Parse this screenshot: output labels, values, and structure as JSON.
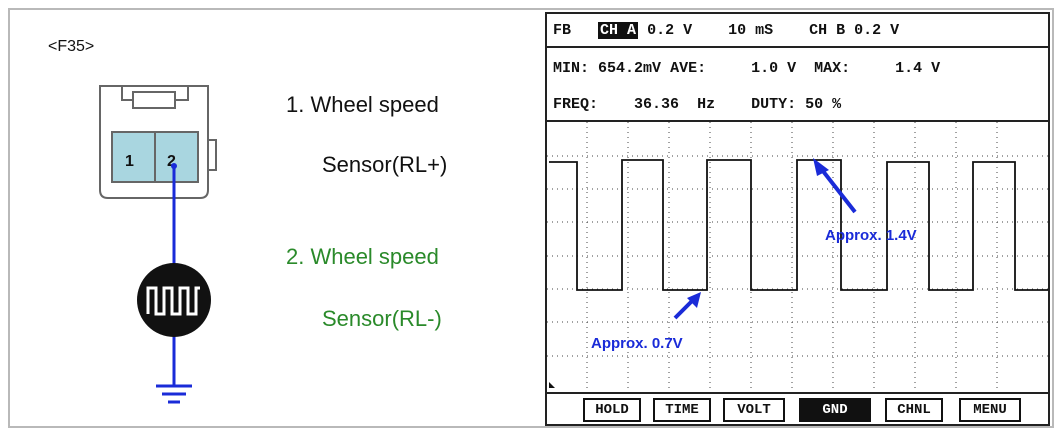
{
  "connector": {
    "label": "<F35>",
    "pins": [
      "1",
      "2"
    ]
  },
  "descriptions": {
    "pin1_line1": "1. Wheel speed",
    "pin1_line2": "Sensor(RL+)",
    "pin2_line1": "2. Wheel speed",
    "pin2_line2": "Sensor(RL-)"
  },
  "colors": {
    "wire": "#1a2bd8",
    "connector_fill": "#a9d6e0",
    "highlight_text": "#2a8a2a",
    "annotation": "#1a2bd8"
  },
  "scope": {
    "header": {
      "fb": "FB",
      "ch_a": "CH A",
      "ch_a_scale": "0.2 V",
      "timebase": "10 mS",
      "ch_b": "CH B 0.2 V",
      "min_label": "MIN:",
      "min_value": "654.2mV",
      "ave_label": "AVE:",
      "ave_value": "1.0 V",
      "max_label": "MAX:",
      "max_value": "1.4 V",
      "freq_label": "FREQ:",
      "freq_value": "36.36",
      "freq_unit": "Hz",
      "duty_label": "DUTY:",
      "duty_value": "50 %"
    },
    "annotations": {
      "high": "Approx. 1.4V",
      "low": "Approx. 0.7V"
    },
    "buttons": [
      {
        "label": "HOLD",
        "active": false
      },
      {
        "label": "TIME",
        "active": false
      },
      {
        "label": "VOLT",
        "active": false
      },
      {
        "label": "GND",
        "active": true
      },
      {
        "label": "CHNL",
        "active": false
      },
      {
        "label": "MENU",
        "active": false
      }
    ]
  }
}
